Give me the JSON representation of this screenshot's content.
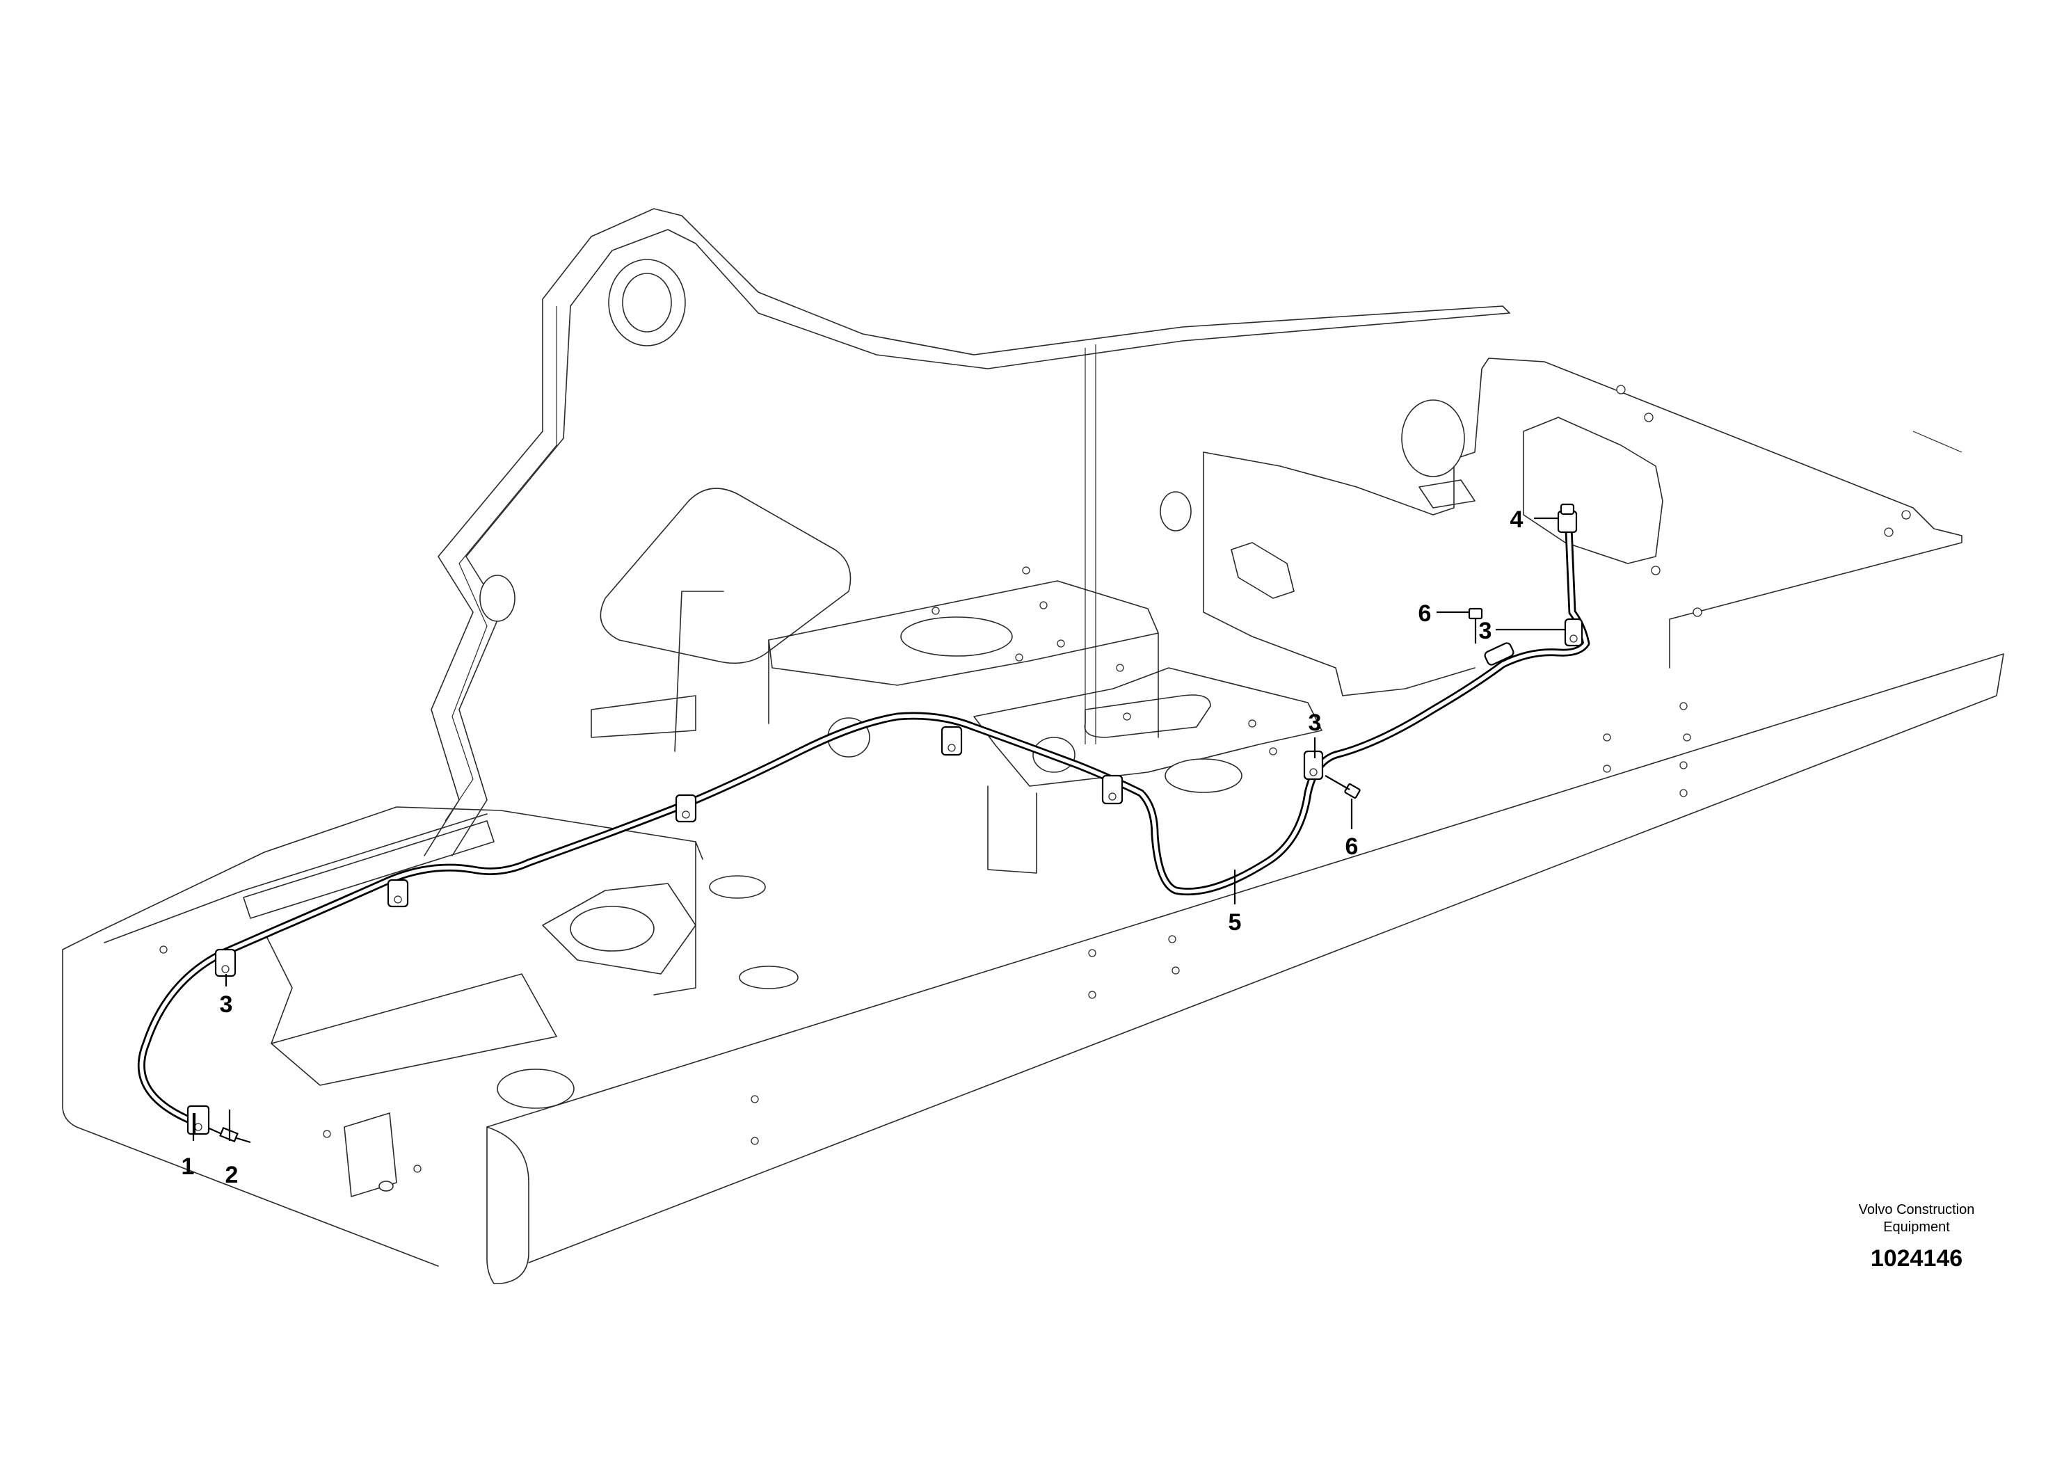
{
  "drawing": {
    "callouts": [
      {
        "id": "c1",
        "text": "1"
      },
      {
        "id": "c2",
        "text": "2"
      },
      {
        "id": "c3a",
        "text": "3"
      },
      {
        "id": "c3b",
        "text": "3"
      },
      {
        "id": "c3c",
        "text": "3"
      },
      {
        "id": "c4",
        "text": "4"
      },
      {
        "id": "c5",
        "text": "5"
      },
      {
        "id": "c6a",
        "text": "6"
      },
      {
        "id": "c6b",
        "text": "6"
      }
    ]
  },
  "footer": {
    "brand_line1": "Volvo Construction",
    "brand_line2": "Equipment",
    "document_number": "1024146"
  }
}
